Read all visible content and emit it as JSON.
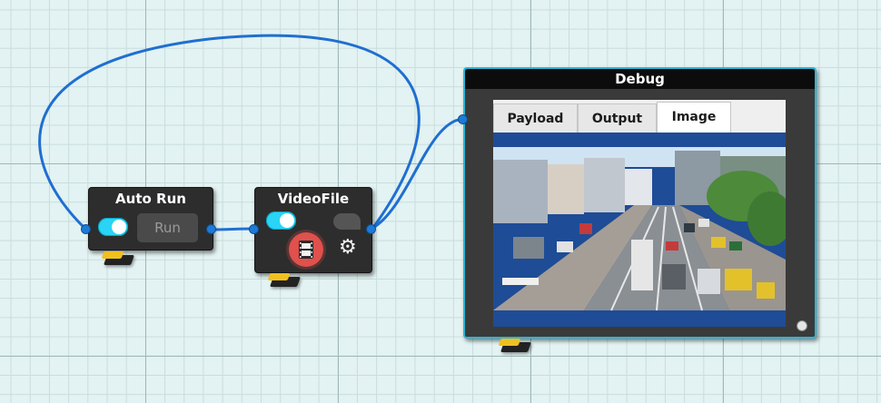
{
  "nodes": {
    "auto_run": {
      "title": "Auto Run",
      "run_label": "Run",
      "toggle_on": true
    },
    "video_file": {
      "title": "VideoFile",
      "toggle_on": true
    },
    "debug": {
      "title": "Debug",
      "tabs": [
        {
          "label": "Payload",
          "active": false
        },
        {
          "label": "Output",
          "active": false
        },
        {
          "label": "Image",
          "active": true
        }
      ]
    }
  },
  "icons": {
    "film": "film-icon",
    "gear": "gear-icon",
    "chat": "speech-bubble-icon",
    "toggle": "toggle-switch-icon"
  },
  "colors": {
    "wire": "#1f6fd1",
    "port": "#1d7ad6",
    "toggle_on": "#2ad4f5",
    "video_icon_bg": "#e0504c",
    "debug_border": "#2bb5d6",
    "node_bg": "#2d2d2d",
    "image_frame": "#1e4c96"
  }
}
